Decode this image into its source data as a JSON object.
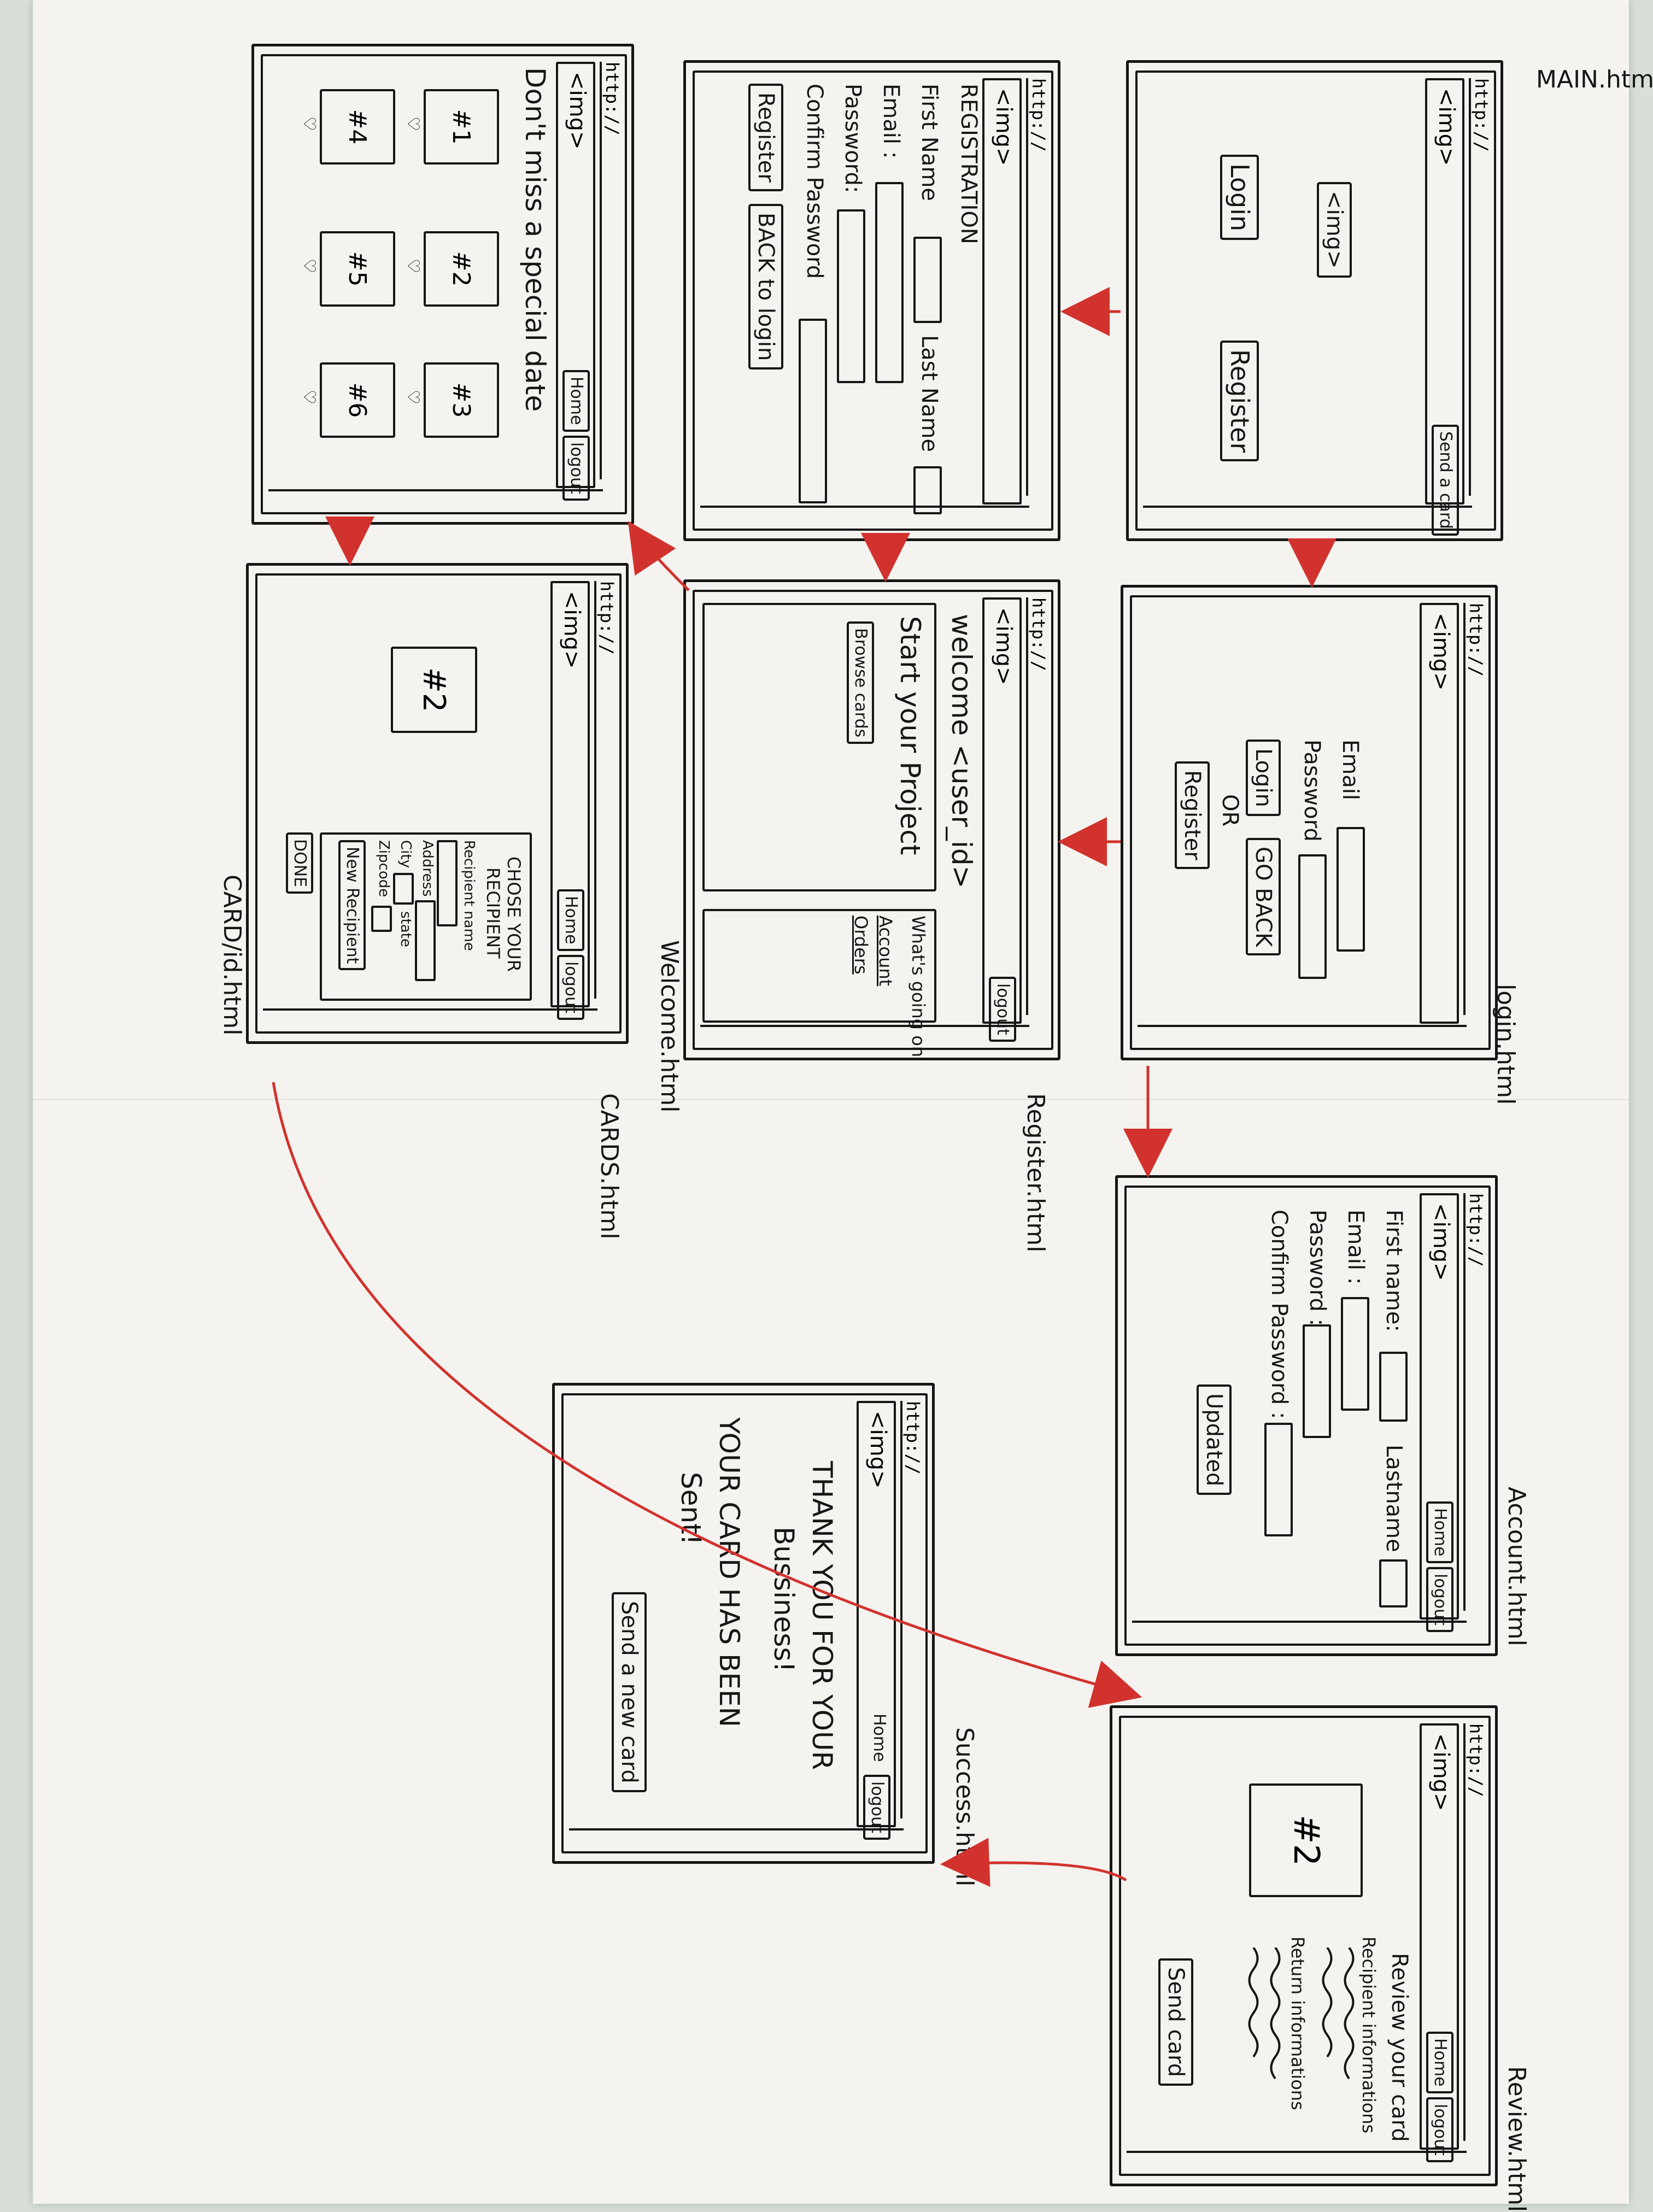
{
  "common": {
    "url": "http://",
    "img": "<img>",
    "home": "Home",
    "logout": "logout"
  },
  "main": {
    "name": "MAIN.html",
    "send_a_card": "Send a card",
    "login": "Login",
    "register": "Register"
  },
  "register": {
    "name": "Register.html",
    "heading": "REGISTRATION",
    "first_name": "First Name",
    "last_name": "Last Name",
    "email": "Email :",
    "password": "Password:",
    "confirm_password": "Confirm Password",
    "register_btn": "Register",
    "back_to_login": "BACK to login"
  },
  "cards": {
    "name": "CARDS.html",
    "tagline": "Don't miss a special date",
    "items": [
      "#1",
      "#2",
      "#3",
      "#4",
      "#5",
      "#6"
    ]
  },
  "login": {
    "name": "login.html",
    "email": "Email",
    "password": "Password",
    "login_btn": "Login",
    "go_back": "GO BACK",
    "or": "OR",
    "register_btn": "Register"
  },
  "welcome": {
    "name": "Welcome.html",
    "greeting": "welcome <user_id>",
    "start": "Start your Project",
    "browse": "Browse cards",
    "whats_going_on": "What's going on",
    "account": "Account",
    "orders": "Orders"
  },
  "card_id": {
    "name": "CARD/id.html",
    "card": "#2",
    "choose_1": "CHOSE YOUR",
    "choose_2": "RECIPIENT",
    "recipient_name": "Recipient name",
    "address": "Address",
    "city": "City",
    "state": "state",
    "zipcode": "Zipcode",
    "new_recipient": "New Recipient",
    "done": "DONE"
  },
  "account": {
    "name": "Account.html",
    "first_name": "First name:",
    "last_name": "Lastname",
    "email": "Email :",
    "password": "Password :",
    "confirm_password": "Confirm Password :",
    "update": "Updated"
  },
  "success": {
    "name": "Success.html",
    "thanks_1": "THANK YOU FOR YOUR",
    "thanks_2": "Bussiness!",
    "sent_1": "YOUR CARD HAS BEEN",
    "sent_2": "Sent!",
    "send_new": "Send a new card"
  },
  "review": {
    "name": "Review.html",
    "title": "Review your card",
    "recipient_info": "Recipient informations",
    "return_info": "Return informations",
    "card": "#2",
    "send_card": "Send card"
  }
}
